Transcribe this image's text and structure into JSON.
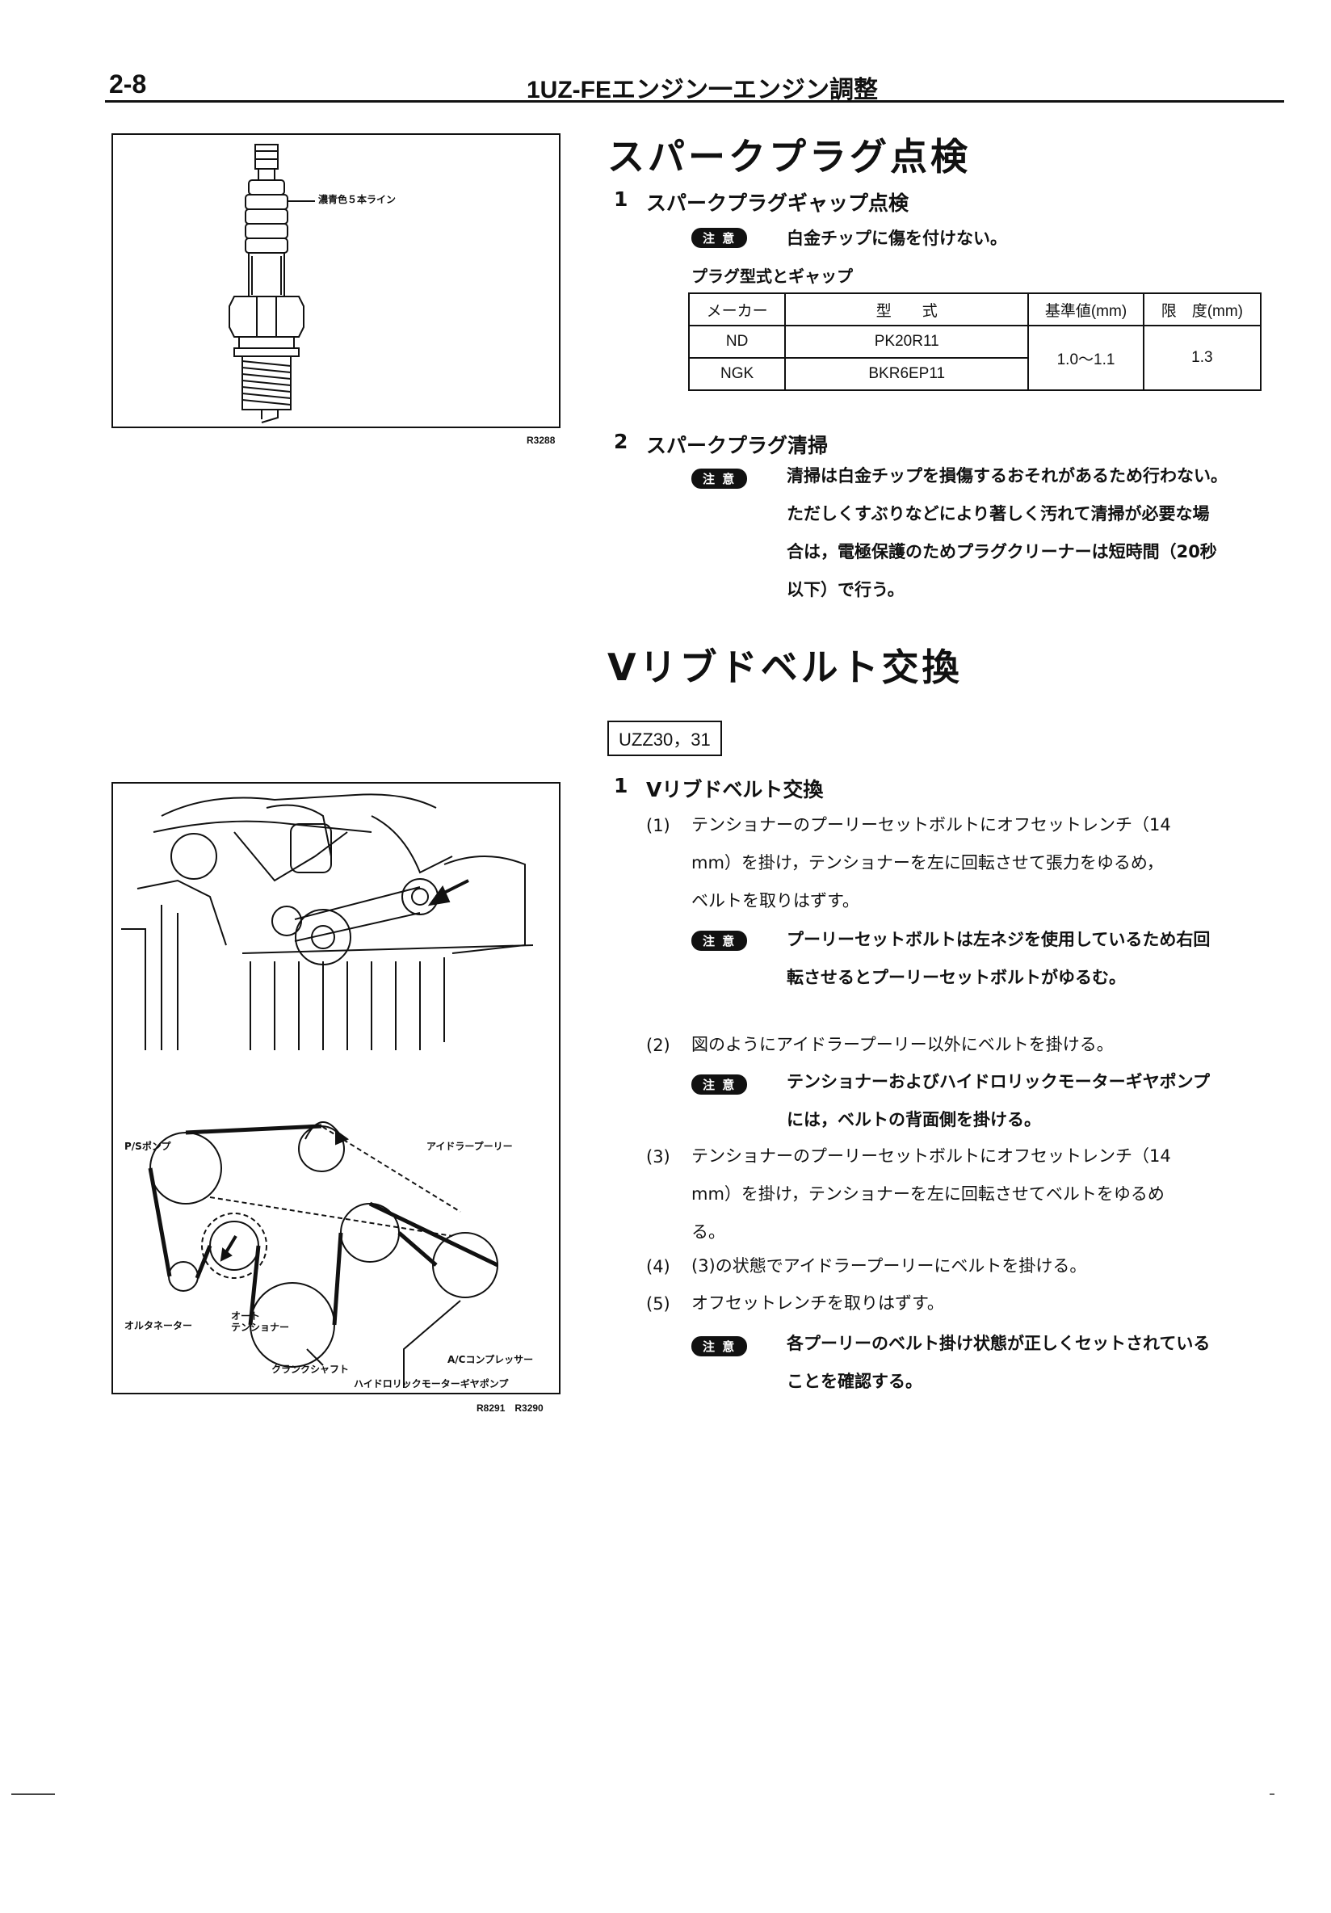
{
  "header": {
    "page_no": "2-8",
    "title": "1UZ-FEエンジン一エンジン調整"
  },
  "fig1": {
    "callout": "濃青色５本ライン",
    "code": "R3288"
  },
  "fig2": {
    "codes": "R8291　R3290",
    "labels": {
      "ps_pump": "P/Sポンプ",
      "idler": "アイドラープーリー",
      "alternator": "オルタネーター",
      "auto_tensioner_1": "オート",
      "auto_tensioner_2": "テンショナー",
      "crankshaft": "クランクシャフト",
      "ac": "A/Cコンプレッサー",
      "hydraulic": "ハイドロリックモーターギヤポンプ"
    }
  },
  "spark": {
    "title": "スパークプラグ点検",
    "step1_num": "1",
    "step1_title": "スパークプラグギャップ点検",
    "caution_label": "注 意",
    "caution1": "白金チップに傷を付けない。",
    "table_caption": "プラグ型式とギャップ",
    "table": {
      "headers": [
        "メーカー",
        "型　　式",
        "基準値(mm)",
        "限　度(mm)"
      ],
      "rows": [
        {
          "maker": "ND",
          "model": "PK20R11"
        },
        {
          "maker": "NGK",
          "model": "BKR6EP11"
        }
      ],
      "standard": "1.0〜1.1",
      "limit": "1.3"
    },
    "step2_num": "2",
    "step2_title": "スパークプラグ清掃",
    "caution2_lines": [
      "清掃は白金チップを損傷するおそれがあるため行わない。",
      "ただしくすぶりなどにより著しく汚れて清掃が必要な場",
      "合は，電極保護のためプラグクリーナーは短時間（20秒",
      "以下）で行う。"
    ]
  },
  "belt": {
    "title": "Vリブドベルト交換",
    "model_box": "UZZ30，31",
    "step1_num": "1",
    "step1_title": "Vリブドベルト交換",
    "steps": [
      {
        "num": "(1)",
        "lines": [
          "テンショナーのプーリーセットボルトにオフセットレンチ（14",
          "mm）を掛け，テンショナーを左に回転させて張力をゆるめ，",
          "ベルトを取りはずす。"
        ]
      },
      {
        "num": "(2)",
        "lines": [
          "図のようにアイドラープーリー以外にベルトを掛ける。"
        ]
      },
      {
        "num": "(3)",
        "lines": [
          "テンショナーのプーリーセットボルトにオフセットレンチ（14",
          "mm）を掛け，テンショナーを左に回転させてベルトをゆるめ",
          "る。"
        ]
      },
      {
        "num": "(4)",
        "lines": [
          "(3)の状態でアイドラープーリーにベルトを掛ける。"
        ]
      },
      {
        "num": "(5)",
        "lines": [
          "オフセットレンチを取りはずす。"
        ]
      }
    ],
    "caution_a": [
      "プーリーセットボルトは左ネジを使用しているため右回",
      "転させるとプーリーセットボルトがゆるむ。"
    ],
    "caution_b": [
      "テンショナーおよびハイドロリックモーターギヤポンプ",
      "には，ベルトの背面側を掛ける。"
    ],
    "caution_c": [
      "各プーリーのベルト掛け状態が正しくセットされている",
      "ことを確認する。"
    ]
  }
}
